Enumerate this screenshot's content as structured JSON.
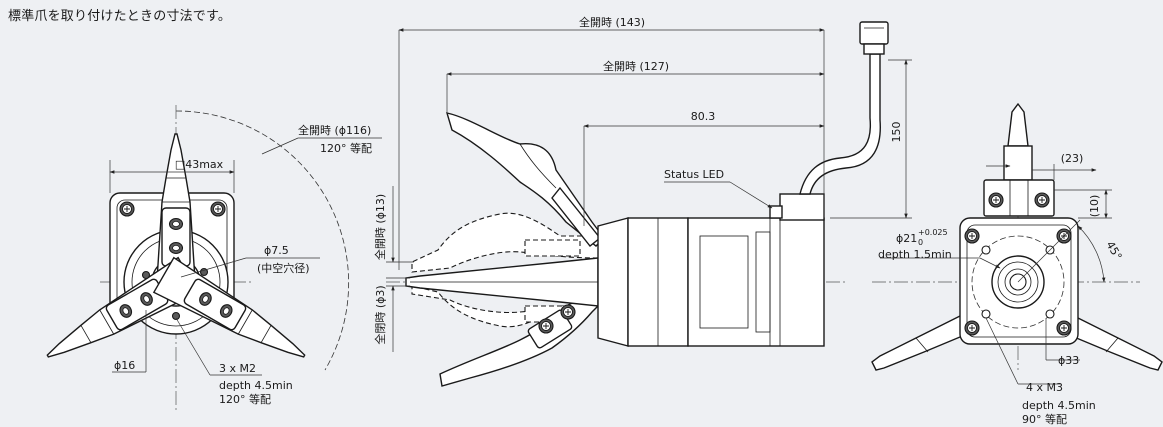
{
  "caption": "標準爪を取り付けたときの寸法です。",
  "front_view": {
    "open_diameter": "全開時 (ϕ116)",
    "jaw_spacing": "120° 等配",
    "body_size": "□43max",
    "hollow_bore": "ϕ7.5",
    "hollow_note": "(中空穴径)",
    "mount_circle": "ϕ16",
    "screw_spec": "3 x M2",
    "screw_depth": "depth 4.5min",
    "screw_spacing": "120° 等配"
  },
  "side_view": {
    "total_length": "全開時 (143)",
    "jaw_length": "全開時 (127)",
    "body_length": "80.3",
    "cable_length": "150",
    "led_label": "Status LED",
    "open_gap": "全開時 (ϕ13)",
    "closed_gap": "全閉時 (ϕ3)"
  },
  "rear_view": {
    "connector_offset": "(23)",
    "connector_height": "(10)",
    "angle": "45°",
    "pilot_diameter": "ϕ21",
    "tol_upper": "+0.025",
    "tol_lower": "0",
    "pilot_depth": "depth 1.5min",
    "bolt_circle": "ϕ33",
    "screw_spec": "4 x M3",
    "screw_depth": "depth 4.5min",
    "screw_spacing": "90° 等配"
  }
}
